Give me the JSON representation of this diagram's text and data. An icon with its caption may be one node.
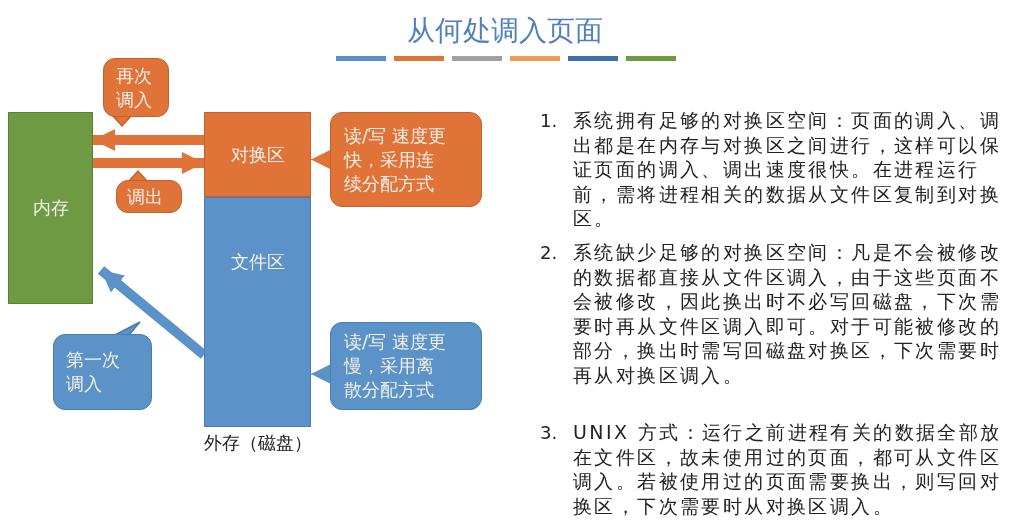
{
  "diagram": {
    "title": "从何处调入页面",
    "nodes": [
      {
        "text": [
          "内存"
        ]
      },
      {
        "text": [
          "外存（磁盘）"
        ]
      },
      {
        "text": [
          "对换区"
        ],
        "in": 1
      },
      {
        "text": [
          "文件区"
        ],
        "in": 1
      },
      {
        "text": [
          "读/写 速度更快，采用连续分配方式"
        ]
      },
      {
        "text": [
          "读/写 速度更慢，采用离散分配方式"
        ]
      },
      {
        "text": [
          "再次调入"
        ]
      },
      {
        "text": [
          "调出"
        ]
      },
      {
        "text": [
          "第一次调入"
        ]
      }
    ],
    "edges": [
      {
        "from": 2,
        "to": 0,
        "arrow": "to"
      },
      {
        "from": 0,
        "to": 2,
        "arrow": "to"
      },
      {
        "from": 3,
        "to": 0,
        "arrow": "to",
        "color": "#5b93c9"
      },
      {
        "from": 4,
        "to": 2,
        "arrow": "to"
      },
      {
        "from": 5,
        "to": 3,
        "arrow": "to",
        "color": "#5b93c9"
      }
    ],
    "labels": [
      "1.",
      "系统拥有足够的对换区空间：页面的调入、调出都是在内存与对换区之间进行，这样可以保证页面的调入、调出速度很快。在进程运行前，需将进程相关的数据从文件区复制到对换区。",
      "2.",
      "系统缺少足够的对换区空间：凡是不会被修改的数据都直接从文件区调入，由于这些页面不会被修改，因此换出时不必写回磁盘，下次需要时再从文件区调入即可。对于可能被修改的部分，换出时需写回磁盘对换区，下次需要时再从对换区调入。",
      "3.",
      "UNIX 方式：运行之前进程有关的数据全部放在文件区，故未使用过的页面，都可从文件区调入。若被使用过的页面需要换出，则写回对换区，下次需要时从对换区调入。"
    ]
  }
}
